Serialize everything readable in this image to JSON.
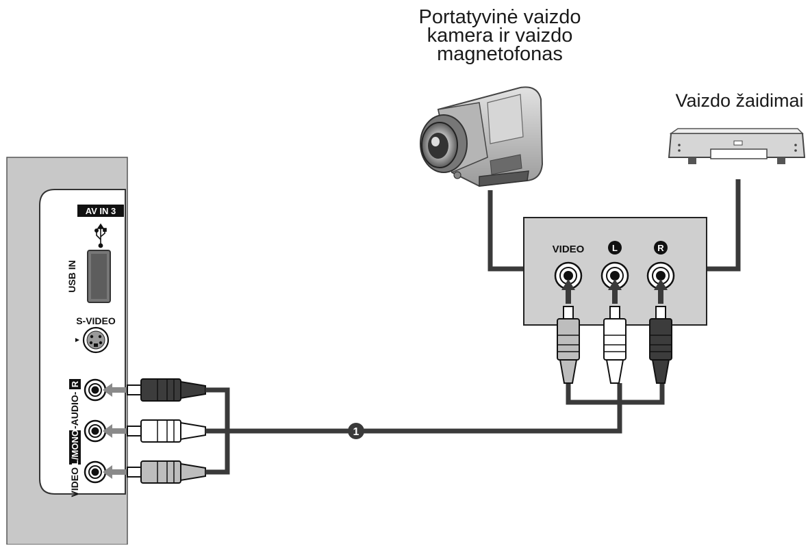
{
  "captions": {
    "camcorder_lines": [
      "Portatyvinė vaizdo",
      "kamera ir vaizdo",
      "magnetofonas"
    ],
    "games": "Vaizdo žaidimai"
  },
  "tv_panel": {
    "av_label": "AV IN 3",
    "usb_label": "USB IN",
    "svideo_label": "S-VIDEO",
    "jack_column_label_video": "VIDEO",
    "jack_column_label_lmono": "L/MONO",
    "jack_column_label_audio": "-AUDIO-",
    "jack_column_label_r": "R"
  },
  "device_box": {
    "video_label": "VIDEO",
    "left_label": "L",
    "right_label": "R"
  },
  "cable_marker": "1",
  "colors": {
    "panel_gray": "#c8c8c8",
    "box_gray": "#cfcfcf",
    "cable": "#3a3a3a",
    "plug_dark": "#3c3c3c",
    "plug_white": "#ffffff",
    "plug_gray": "#bdbdbd",
    "arrow_gray": "#8a8a8a"
  }
}
